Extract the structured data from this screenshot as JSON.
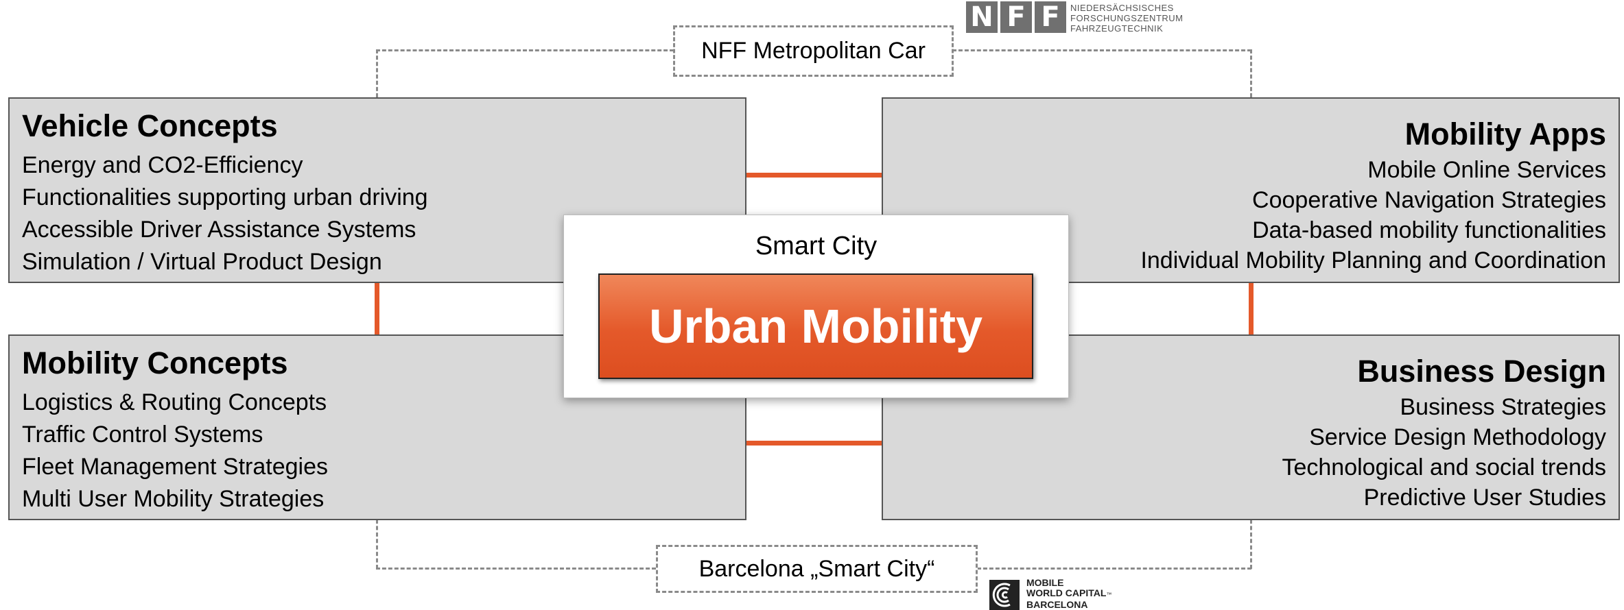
{
  "top_label": "NFF Metropolitan Car",
  "bottom_label": "Barcelona „Smart City“",
  "center": {
    "subtitle": "Smart City",
    "title": "Urban Mobility"
  },
  "quadrants": {
    "vehicle_concepts": {
      "title": "Vehicle Concepts",
      "items": [
        "Energy and CO2-Efficiency",
        "Functionalities supporting urban driving",
        "Accessible Driver Assistance Systems",
        "Simulation / Virtual Product Design"
      ]
    },
    "mobility_apps": {
      "title": "Mobility Apps",
      "items": [
        "Mobile Online Services",
        "Cooperative Navigation Strategies",
        "Data-based mobility functionalities",
        "Individual Mobility Planning and Coordination"
      ]
    },
    "mobility_concepts": {
      "title": "Mobility Concepts",
      "items": [
        "Logistics & Routing Concepts",
        "Traffic Control Systems",
        "Fleet Management Strategies",
        "Multi User Mobility Strategies"
      ]
    },
    "business_design": {
      "title": "Business Design",
      "items": [
        "Business Strategies",
        "Service Design Methodology",
        "Technological and social trends",
        "Predictive User Studies"
      ]
    }
  },
  "logos": {
    "nff": {
      "letters": [
        "N",
        "F",
        "F"
      ],
      "lines": [
        "NIEDERSÄCHSISCHES",
        "FORSCHUNGSZENTRUM",
        "FAHRZEUGTECHNIK"
      ]
    },
    "mwc": {
      "lines": [
        "MOBILE",
        "WORLD CAPITAL",
        "BARCELONA"
      ],
      "tm": "™"
    }
  },
  "colors": {
    "accent": "#E4592A",
    "box_fill": "#d9d9d9",
    "dashed": "#8a8a8a"
  }
}
